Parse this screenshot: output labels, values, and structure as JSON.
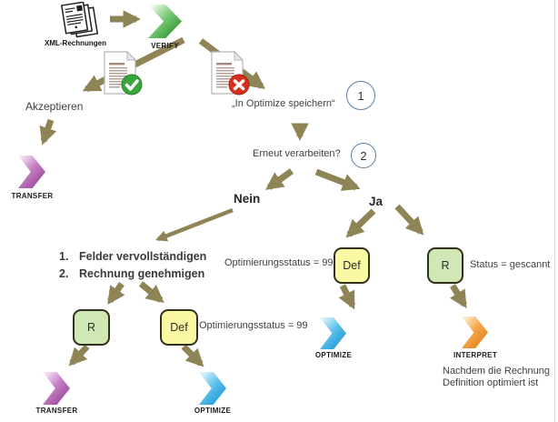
{
  "colors": {
    "arrow": "#8e8455",
    "text": "#3f3f3f",
    "circle_border": "#5b7fa5",
    "box_border": "#30301c",
    "r_box_fill": "#cfe8b5",
    "def_box_fill": "#fbf8a3",
    "verify_green": "#1f8c1f",
    "transfer_purple": "#8f3b8f",
    "optimize_blue": "#128fd0",
    "interpret_orange": "#df7d12",
    "check_badge": "#3aa53a",
    "error_badge": "#d6301d",
    "page_edge": "#dcdcdc"
  },
  "icons": {
    "source": "xml-documents-stack-icon",
    "accepted_doc": "document-check-icon",
    "rejected_doc": "document-error-icon"
  },
  "flow": {
    "source_label": "XML-Rechnungen",
    "verify_label": "VERIFY",
    "accept_label": "Akzeptieren",
    "transfer_top_label": "TRANSFER",
    "save_to_optimize_label": "„In Optimize speichern“",
    "badge1": "1",
    "reprocess_label": "Erneut verarbeiten?",
    "badge2": "2",
    "no_label": "Nein",
    "yes_label": "Ja",
    "todo": {
      "item1_num": "1.",
      "item1_text": "Felder vervollständigen",
      "item2_num": "2.",
      "item2_text": "Rechnung genehmigen"
    },
    "r_left_label": "R",
    "def_left_label": "Def",
    "opt_status_left": "Optimierungsstatus = 99",
    "transfer_bottom_label": "TRANSFER",
    "optimize_bottom_label": "OPTIMIZE",
    "opt_status_mid": "Optimierungsstatus = 99",
    "def_mid_label": "Def",
    "optimize_mid_label": "OPTIMIZE",
    "r_right_label": "R",
    "status_scanned": "Status = gescannt",
    "interpret_label": "INTERPRET",
    "note_line1": "Nachdem die Rechnung",
    "note_line2": "Definition optimiert ist"
  }
}
